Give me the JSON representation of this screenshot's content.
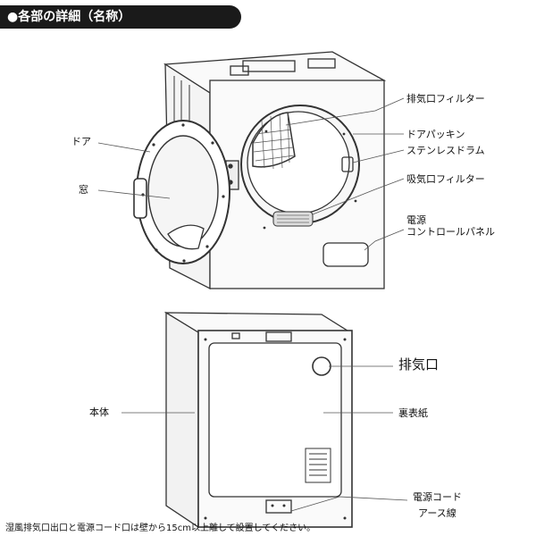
{
  "header": {
    "title": "●各部の詳細（名称）"
  },
  "labels": {
    "door": "ドア",
    "window": "窓",
    "exhaust_filter": "排気口フィルター",
    "door_packing": "ドアパッキン",
    "stainless_drum": "ステンレスドラム",
    "intake_filter": "吸気口フィルター",
    "control_panel_1": "電源",
    "control_panel_2": "コントロールパネル",
    "body": "本体",
    "exhaust_port": "排気口",
    "back_paper": "裏表紙",
    "power_cord": "電源コード",
    "earth_wire": "アース線"
  },
  "footer": {
    "note": "湿風排気口出口と電源コード口は壁から15cm以上離して設置してください。"
  }
}
